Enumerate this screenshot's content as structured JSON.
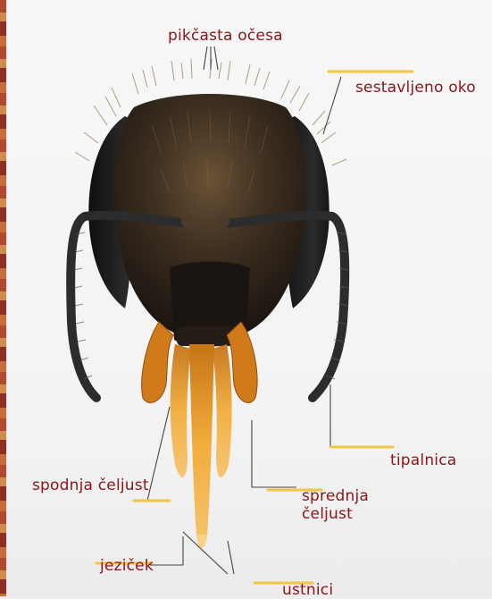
{
  "diagram": {
    "labels": {
      "simple_eyes": "pikčasta očesa",
      "compound_eye": "sestavljeno oko",
      "antenna": "tipalnica",
      "lower_jaw": "spodnja čeljust",
      "upper_jaw": "sprednja\nčeljust",
      "tongue": "jeziček",
      "mouthparts": "ustnici"
    },
    "colors": {
      "label_text": "#8a1418",
      "leader_line": "#444444",
      "label_underline": "#f2c542",
      "head": "#2a2118",
      "hair": "#8a6a3d",
      "mouthparts": "#e89a24"
    }
  }
}
